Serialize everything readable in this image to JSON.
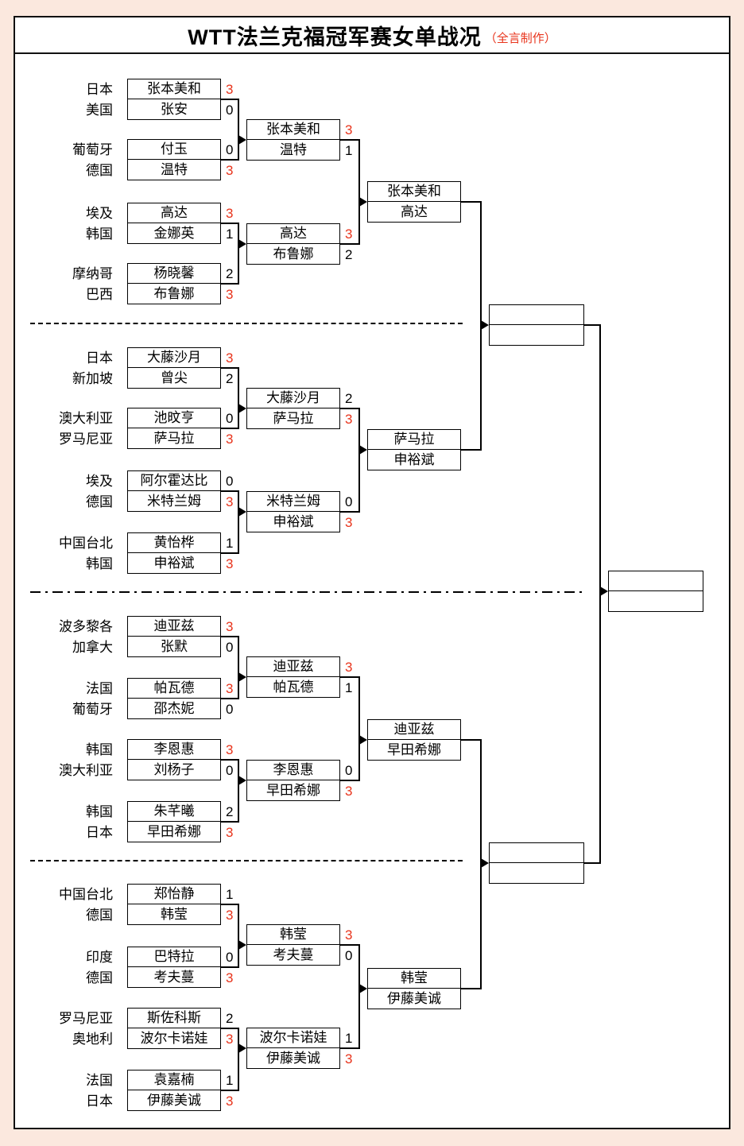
{
  "title": {
    "main": "WTT法兰克福冠军赛女单战况",
    "credit": "（全言制作）"
  },
  "colors": {
    "page_background": "#fbe8de",
    "panel_background": "#ffffff",
    "border": "#000000",
    "win_score_red": "#e8341c"
  },
  "rounds": {
    "r1": [
      {
        "top": {
          "country": "日本",
          "name": "张本美和",
          "score": "3",
          "win": true
        },
        "bottom": {
          "country": "美国",
          "name": "张安",
          "score": "0",
          "win": false
        }
      },
      {
        "top": {
          "country": "葡萄牙",
          "name": "付玉",
          "score": "0",
          "win": false
        },
        "bottom": {
          "country": "德国",
          "name": "温特",
          "score": "3",
          "win": true
        }
      },
      {
        "top": {
          "country": "埃及",
          "name": "高达",
          "score": "3",
          "win": true
        },
        "bottom": {
          "country": "韩国",
          "name": "金娜英",
          "score": "1",
          "win": false
        }
      },
      {
        "top": {
          "country": "摩纳哥",
          "name": "杨晓馨",
          "score": "2",
          "win": false
        },
        "bottom": {
          "country": "巴西",
          "name": "布鲁娜",
          "score": "3",
          "win": true
        }
      },
      {
        "top": {
          "country": "日本",
          "name": "大藤沙月",
          "score": "3",
          "win": true
        },
        "bottom": {
          "country": "新加坡",
          "name": "曾尖",
          "score": "2",
          "win": false
        }
      },
      {
        "top": {
          "country": "澳大利亚",
          "name": "池旼亨",
          "score": "0",
          "win": false
        },
        "bottom": {
          "country": "罗马尼亚",
          "name": "萨马拉",
          "score": "3",
          "win": true
        }
      },
      {
        "top": {
          "country": "埃及",
          "name": "阿尔霍达比",
          "score": "0",
          "win": false
        },
        "bottom": {
          "country": "德国",
          "name": "米特兰姆",
          "score": "3",
          "win": true
        }
      },
      {
        "top": {
          "country": "中国台北",
          "name": "黄怡桦",
          "score": "1",
          "win": false
        },
        "bottom": {
          "country": "韩国",
          "name": "申裕斌",
          "score": "3",
          "win": true
        }
      },
      {
        "top": {
          "country": "波多黎各",
          "name": "迪亚兹",
          "score": "3",
          "win": true
        },
        "bottom": {
          "country": "加拿大",
          "name": "张默",
          "score": "0",
          "win": false
        }
      },
      {
        "top": {
          "country": "法国",
          "name": "帕瓦德",
          "score": "3",
          "win": true
        },
        "bottom": {
          "country": "葡萄牙",
          "name": "邵杰妮",
          "score": "0",
          "win": false
        }
      },
      {
        "top": {
          "country": "韩国",
          "name": "李恩惠",
          "score": "3",
          "win": true
        },
        "bottom": {
          "country": "澳大利亚",
          "name": "刘杨子",
          "score": "0",
          "win": false
        }
      },
      {
        "top": {
          "country": "韩国",
          "name": "朱芊曦",
          "score": "2",
          "win": false
        },
        "bottom": {
          "country": "日本",
          "name": "早田希娜",
          "score": "3",
          "win": true
        }
      },
      {
        "top": {
          "country": "中国台北",
          "name": "郑怡静",
          "score": "1",
          "win": false
        },
        "bottom": {
          "country": "德国",
          "name": "韩莹",
          "score": "3",
          "win": true
        }
      },
      {
        "top": {
          "country": "印度",
          "name": "巴特拉",
          "score": "0",
          "win": false
        },
        "bottom": {
          "country": "德国",
          "name": "考夫蔓",
          "score": "3",
          "win": true
        }
      },
      {
        "top": {
          "country": "罗马尼亚",
          "name": "斯佐科斯",
          "score": "2",
          "win": false
        },
        "bottom": {
          "country": "奥地利",
          "name": "波尔卡诺娃",
          "score": "3",
          "win": true
        }
      },
      {
        "top": {
          "country": "法国",
          "name": "袁嘉楠",
          "score": "1",
          "win": false
        },
        "bottom": {
          "country": "日本",
          "name": "伊藤美诚",
          "score": "3",
          "win": true
        }
      }
    ],
    "r2": [
      {
        "top": {
          "name": "张本美和",
          "score": "3",
          "win": true
        },
        "bottom": {
          "name": "温特",
          "score": "1",
          "win": false
        }
      },
      {
        "top": {
          "name": "高达",
          "score": "3",
          "win": true
        },
        "bottom": {
          "name": "布鲁娜",
          "score": "2",
          "win": false
        }
      },
      {
        "top": {
          "name": "大藤沙月",
          "score": "2",
          "win": false
        },
        "bottom": {
          "name": "萨马拉",
          "score": "3",
          "win": true
        }
      },
      {
        "top": {
          "name": "米特兰姆",
          "score": "0",
          "win": false
        },
        "bottom": {
          "name": "申裕斌",
          "score": "3",
          "win": true
        }
      },
      {
        "top": {
          "name": "迪亚兹",
          "score": "3",
          "win": true
        },
        "bottom": {
          "name": "帕瓦德",
          "score": "1",
          "win": false
        }
      },
      {
        "top": {
          "name": "李恩惠",
          "score": "0",
          "win": false
        },
        "bottom": {
          "name": "早田希娜",
          "score": "3",
          "win": true
        }
      },
      {
        "top": {
          "name": "韩莹",
          "score": "3",
          "win": true
        },
        "bottom": {
          "name": "考夫蔓",
          "score": "0",
          "win": false
        }
      },
      {
        "top": {
          "name": "波尔卡诺娃",
          "score": "1",
          "win": false
        },
        "bottom": {
          "name": "伊藤美诚",
          "score": "3",
          "win": true
        }
      }
    ],
    "r3": [
      {
        "top": {
          "name": "张本美和"
        },
        "bottom": {
          "name": "高达"
        }
      },
      {
        "top": {
          "name": "萨马拉"
        },
        "bottom": {
          "name": "申裕斌"
        }
      },
      {
        "top": {
          "name": "迪亚兹"
        },
        "bottom": {
          "name": "早田希娜"
        }
      },
      {
        "top": {
          "name": "韩莹"
        },
        "bottom": {
          "name": "伊藤美诚"
        }
      }
    ]
  }
}
